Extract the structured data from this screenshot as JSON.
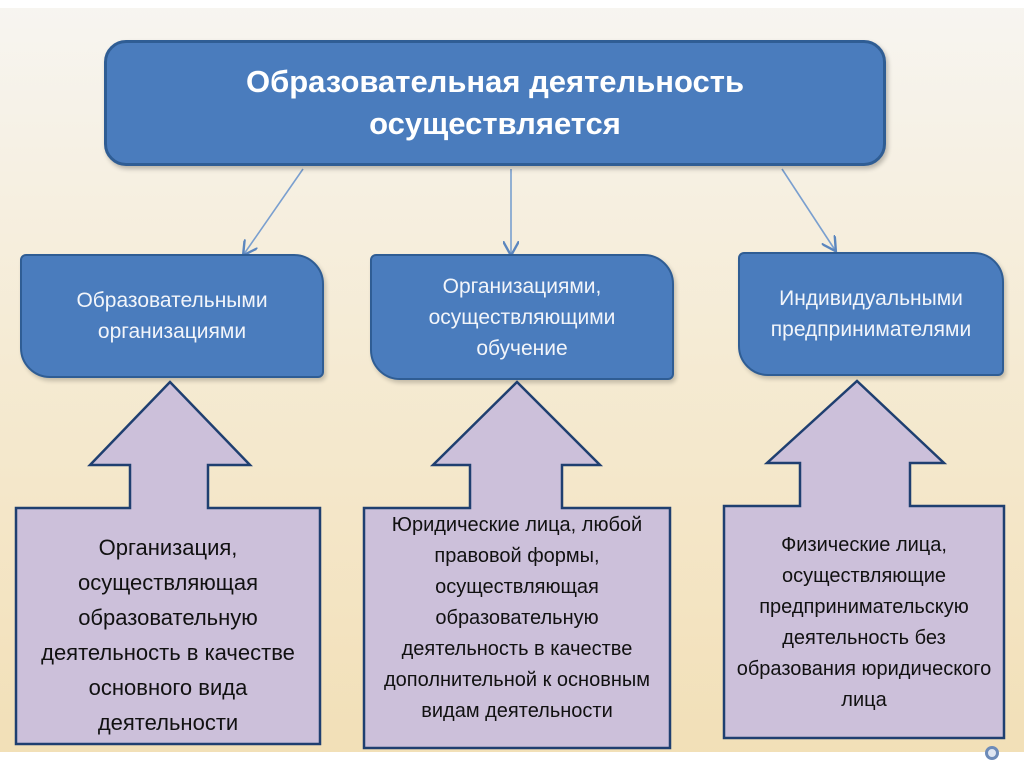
{
  "colors": {
    "box_blue": "#4a7cbd",
    "box_border": "#2f5d94",
    "arrow_fill": "#ccc0da",
    "arrow_border": "#1f3f70"
  },
  "diagram": {
    "title": "Образовательная деятельность осуществляется",
    "categories": [
      {
        "label": "Образовательными организациями"
      },
      {
        "label": "Организациями, осуществляющими обучение"
      },
      {
        "label": "Индивидуальными предпринимателями"
      }
    ],
    "descriptions": [
      {
        "text": "Организация, осуществляющая образовательную деятельность в качестве основного вида деятельности"
      },
      {
        "text": "Юридические лица, любой правовой формы, осуществляющая образовательную деятельность в качестве дополнительной к основным видам деятельности"
      },
      {
        "text": "Физические лица, осуществляющие предпринимательскую деятельность без образования юридического лица"
      }
    ]
  }
}
